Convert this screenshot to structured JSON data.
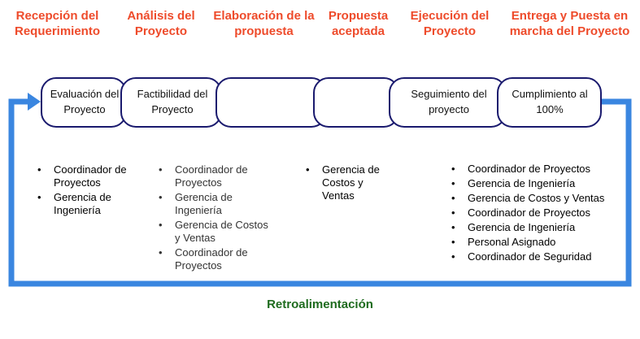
{
  "phases": [
    {
      "title": "Recepción del Requerimiento",
      "box": "Evaluación del Proyecto"
    },
    {
      "title": "Análisis del Proyecto",
      "box": "Factibilidad del Proyecto"
    },
    {
      "title": "Elaboración de la propuesta",
      "box": ""
    },
    {
      "title": "Propuesta aceptada",
      "box": ""
    },
    {
      "title": "Ejecución del Proyecto",
      "box": "Seguimiento del proyecto"
    },
    {
      "title": "Entrega y Puesta en marcha del Proyecto",
      "box": "Cumplimiento al 100%"
    }
  ],
  "roles": {
    "col1": [
      "Coordinador de Proyectos",
      "Gerencia de Ingeniería"
    ],
    "col2": [
      "Coordinador de Proyectos",
      "Gerencia de Ingeniería",
      "Gerencia de Costos y Ventas",
      "Coordinador de Proyectos"
    ],
    "col3": [
      "Gerencia de Costos y Ventas"
    ],
    "col4": [
      "Coordinador de Proyectos",
      "Gerencia de Ingeniería",
      "Gerencia de Costos y Ventas",
      "Coordinador de Proyectos",
      "Gerencia de Ingeniería",
      "Personal Asignado",
      "Coordinador  de Seguridad"
    ]
  },
  "feedback_label": "Retroalimentación",
  "colors": {
    "title": "#ee4b2b",
    "box_border": "#1a1a6e",
    "loop": "#3a86e0",
    "feedback": "#1e6b1e"
  }
}
